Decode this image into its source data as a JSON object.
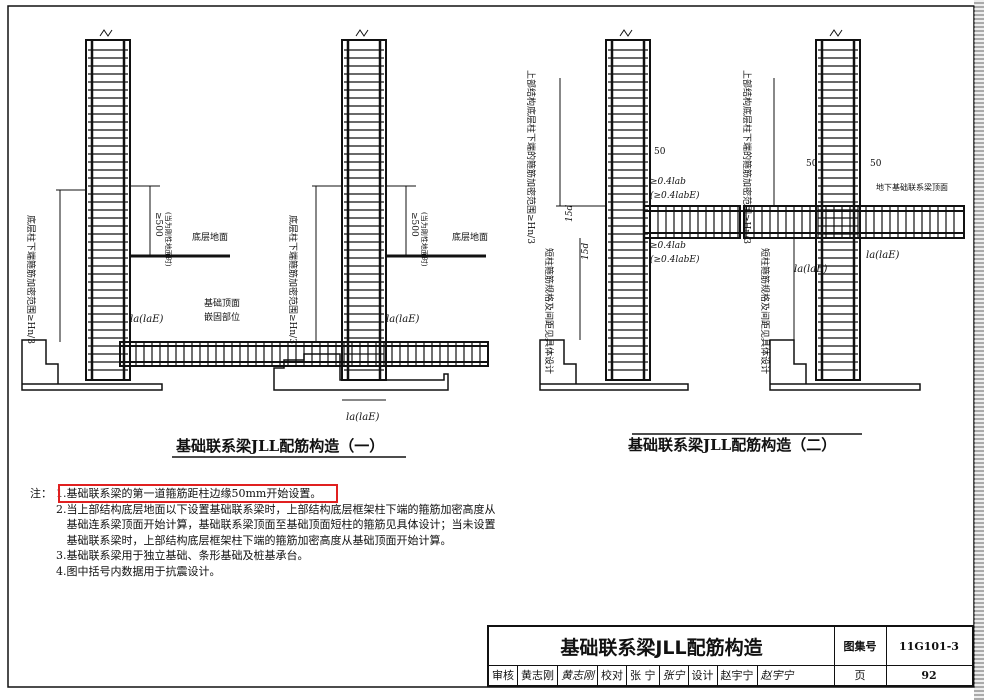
{
  "diagram1": {
    "title": "基础联系梁JLL配筋构造（一）",
    "left_column_label": "底层柱下端箍筋加密范围≥Hn/3",
    "right_column_label": "底层柱下端箍筋加密范围≥Hn/3",
    "dim_500_left": "≥500",
    "dim_500_left_note": "(当为刚性地面时)",
    "dim_500_right": "≥500",
    "dim_500_right_note": "(当为刚性地面时)",
    "ground_left": "底层地面",
    "ground_right": "底层地面",
    "foundation_top_label": "基础顶面",
    "foundation_top_label2": "嵌固部位",
    "la_left": "la(laE)",
    "la_right": "la(laE)",
    "la_bottom": "la(laE)"
  },
  "diagram2": {
    "title": "基础联系梁JLL配筋构造（二）",
    "upper_label_left": "上部结构底层柱下端的箍筋加密范围≥Hn/3",
    "upper_label_right": "上部结构底层柱下端的箍筋加密范围≥Hn/3",
    "short_col_left": "短柱箍筋规格及间距见具体设计",
    "short_col_right": "短柱箍筋规格及间距见具体设计",
    "dim_50_a": "50",
    "dim_50_b": "50",
    "dim_50_c": "50",
    "anchor_top_1": "≥0.4lab",
    "anchor_top_2": "(≥0.4labE)",
    "anchor_bot_1": "≥0.4lab",
    "anchor_bot_2": "(≥0.4labE)",
    "dim_15d_a": "15d",
    "dim_15d_b": "15d",
    "beam_top_label": "地下基础联系梁顶面",
    "la_right": "la(laE)",
    "la_right2": "la(laE)"
  },
  "notes": {
    "prefix": "注：",
    "items": [
      {
        "num": "1.",
        "text": "基础联系梁的第一道箍筋距柱边缘50mm开始设置。"
      },
      {
        "num": "2.",
        "text": "当上部结构底层地面以下设置基础联系梁时，上部结构底层框架柱下端的箍筋加密高度从基础连系梁顶面开始计算，基础联系梁顶面至基础顶面短柱的箍筋见具体设计；当未设置基础联系梁时，上部结构底层框架柱下端的箍筋加密高度从基础顶面开始计算。"
      },
      {
        "num": "3.",
        "text": "基础联系梁用于独立基础、条形基础及桩基承台。"
      },
      {
        "num": "4.",
        "text": "图中括号内数据用于抗震设计。"
      }
    ]
  },
  "title_block": {
    "main_title": "基础联系梁JLL配筋构造",
    "atlas_label": "图集号",
    "atlas_value": "11G101-3",
    "page_label": "页",
    "page_value": "92",
    "review_label": "审核",
    "review_name": "黄志刚",
    "review_sig": "黄志刚",
    "check_label": "校对",
    "check_name": "张 宁",
    "check_sig": "张宁",
    "design_label": "设计",
    "design_name": "赵宇宁",
    "design_sig": "赵宇宁"
  },
  "colors": {
    "ink": "#111111",
    "highlight": "#e02020"
  }
}
